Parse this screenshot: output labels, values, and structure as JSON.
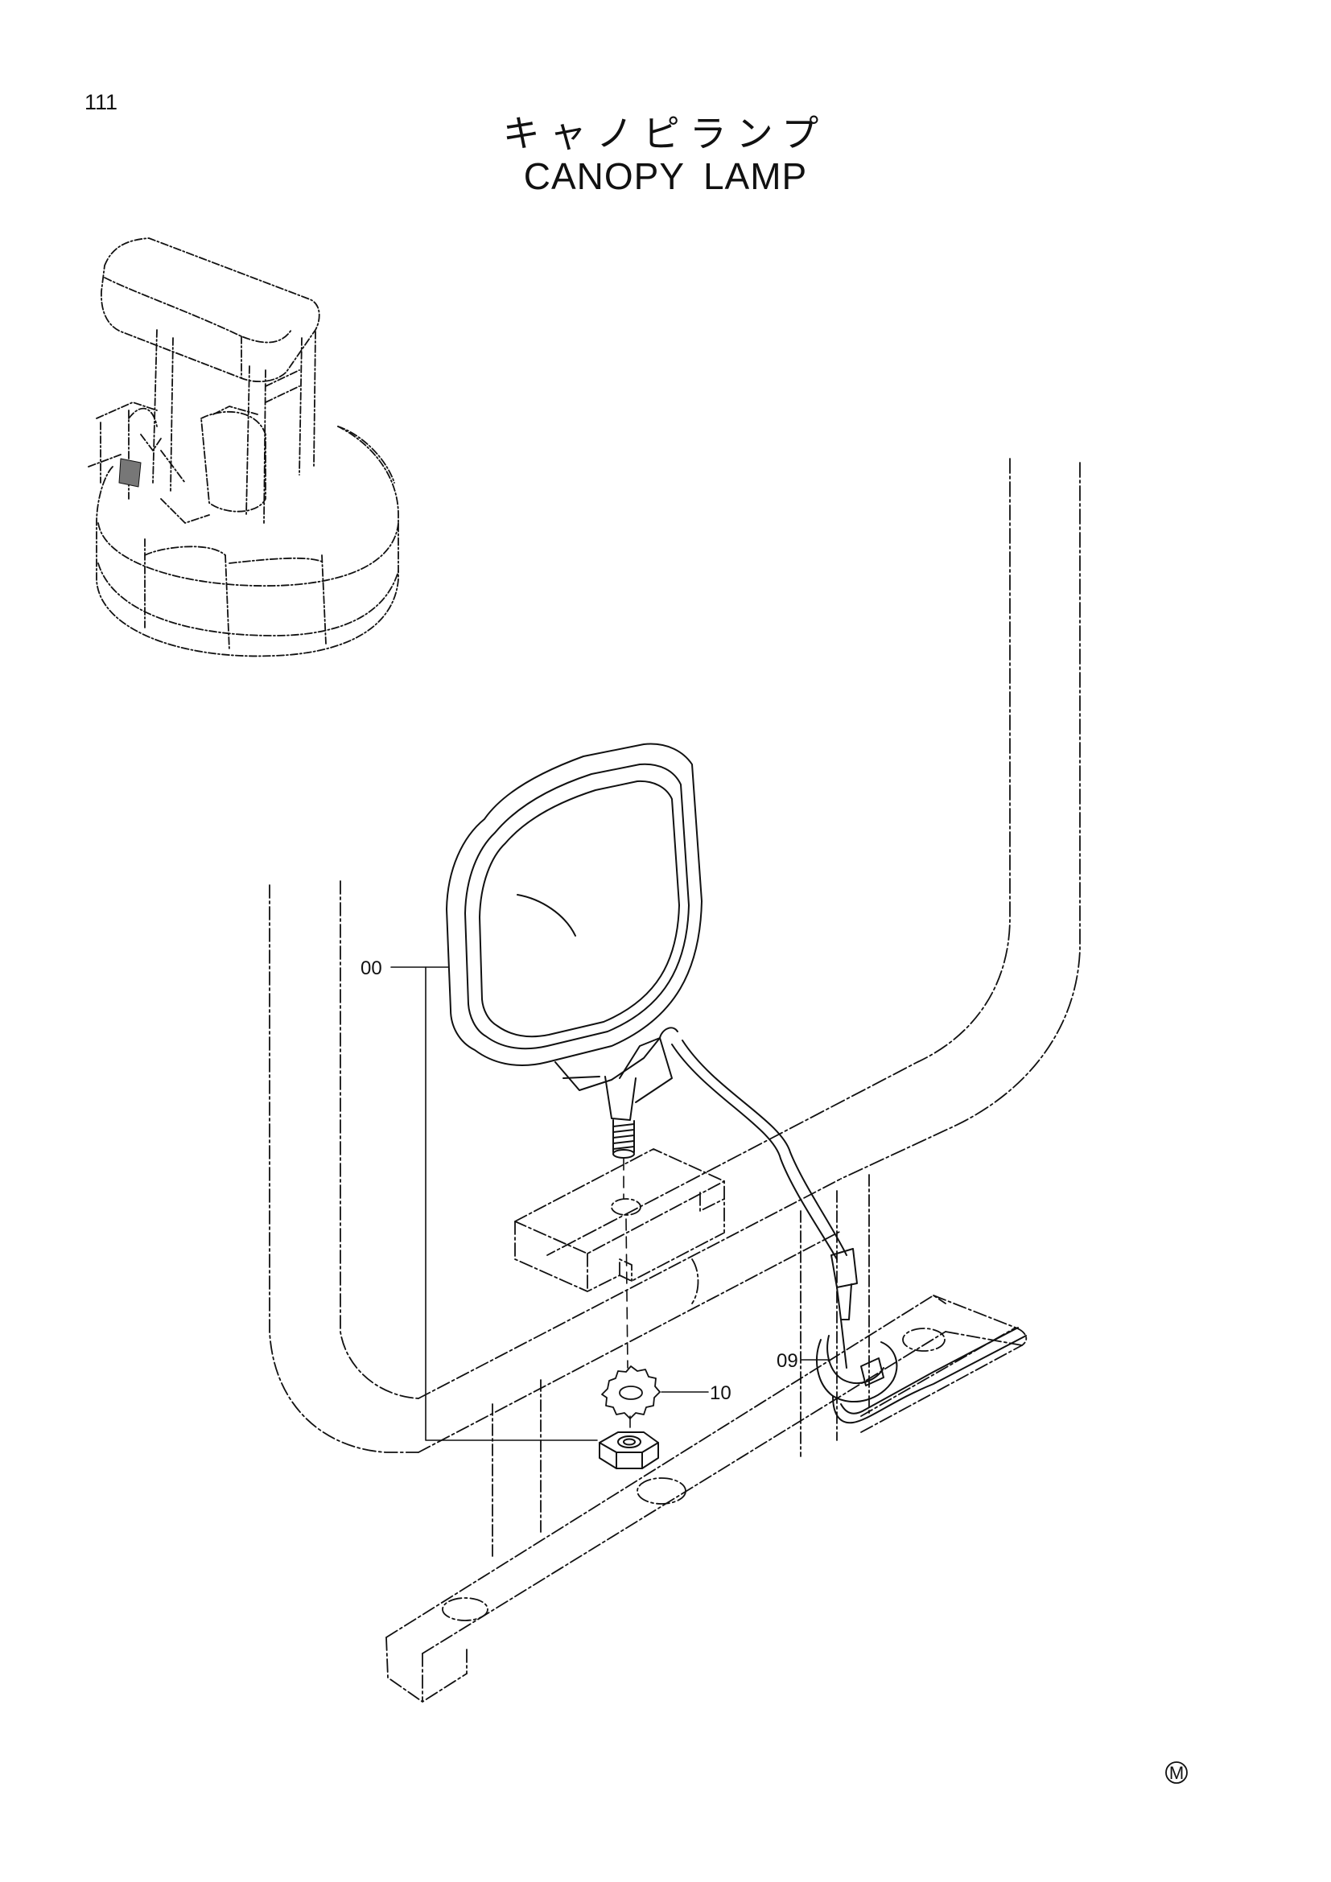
{
  "page": {
    "number": "111",
    "title_jp": "キャノピランプ",
    "title_en": "CANOPY  LAMP",
    "mark": "M"
  },
  "callouts": [
    {
      "id": "00"
    },
    {
      "id": "09"
    },
    {
      "id": "10"
    }
  ],
  "icons": {
    "overview": "excavator-canopy-overview",
    "lamp": "canopy-lamp",
    "nut": "hex-nut",
    "washer": "lock-washer",
    "clamp": "wire-clamp"
  }
}
